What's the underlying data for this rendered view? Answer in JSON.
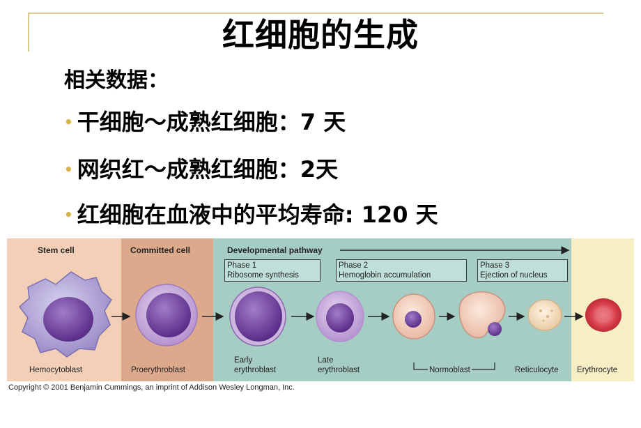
{
  "slide": {
    "title": "红细胞的生成",
    "subhead": "相关数据：",
    "bullets": [
      "干细胞～成熟红细胞：7 天",
      "网织红～成熟红细胞：2天",
      "红细胞在血液中的平均寿命: 120 天"
    ]
  },
  "figure": {
    "zones": {
      "stem": "Stem cell",
      "committed": "Committed cell",
      "developmental": "Developmental pathway"
    },
    "phases": [
      {
        "line1": "Phase 1",
        "line2": "Ribosome synthesis"
      },
      {
        "line1": "Phase 2",
        "line2": "Hemoglobin accumulation"
      },
      {
        "line1": "Phase 3",
        "line2": "Ejection of nucleus"
      }
    ],
    "cells": [
      {
        "line1": "Hemocytoblast",
        "line2": ""
      },
      {
        "line1": "Proerythroblast",
        "line2": ""
      },
      {
        "line1": "Early",
        "line2": "erythroblast"
      },
      {
        "line1": "Late",
        "line2": "erythroblast"
      },
      {
        "line1": "Normoblast",
        "line2": ""
      },
      {
        "line1": "Reticulocyte",
        "line2": ""
      },
      {
        "line1": "Erythrocyte",
        "line2": ""
      }
    ],
    "copyright": "Copyright © 2001 Benjamin Cummings, an imprint of Addison Wesley Longman, Inc."
  },
  "colors": {
    "accent_gold": "#d8b34a",
    "stem_zone": "#f3cfb8",
    "committed_zone": "#dda98c",
    "developmental_zone": "#a6cdc3",
    "erythrocyte_zone": "#f6efc6",
    "nucleus_purple": "#6a3a9a",
    "erythrocyte_red": "#d9434f"
  }
}
